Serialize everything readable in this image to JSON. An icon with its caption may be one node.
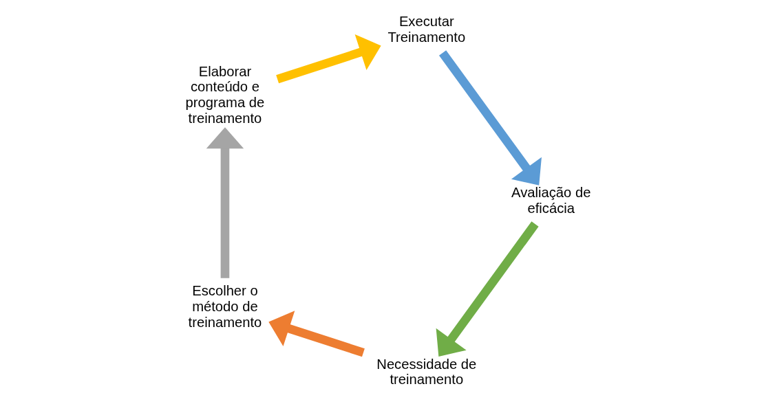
{
  "diagram": {
    "nodes": [
      {
        "text": [
          "Necessidade de treinamento"
        ]
      },
      {
        "text": [
          "Escolher o método de treinamento"
        ]
      },
      {
        "text": [
          "Elaborar conteúdo e programa de treinamento"
        ]
      },
      {
        "text": [
          "Executar Treinamento"
        ]
      },
      {
        "text": [
          "Avaliação de eficácia"
        ]
      }
    ],
    "edges": [
      {
        "from": 4,
        "to": 0,
        "arrow": "to",
        "color": "#70ad47"
      },
      {
        "from": 0,
        "to": 1,
        "arrow": "to",
        "color": "#ed7d31"
      },
      {
        "from": 1,
        "to": 2,
        "arrow": "to",
        "color": "#a5a5a5"
      },
      {
        "from": 2,
        "to": 3,
        "arrow": "to",
        "color": "#ffc000"
      },
      {
        "from": 3,
        "to": 4,
        "arrow": "to",
        "color": "#5b9bd5"
      }
    ]
  }
}
